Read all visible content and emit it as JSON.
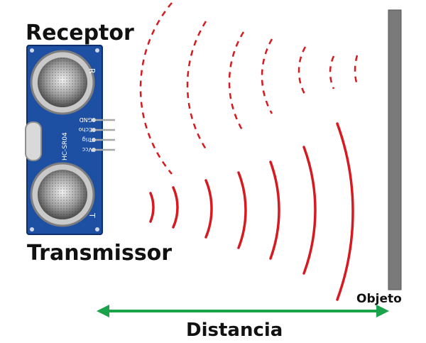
{
  "labels": {
    "receptor": "Receptor",
    "transmissor": "Transmissor",
    "objeto": "Objeto",
    "distancia": "Distancia"
  },
  "sensor": {
    "model": "HC-SR04",
    "pins": [
      "GND",
      "Echo",
      "Trig",
      "Vcc"
    ],
    "receiver_mark": "R",
    "transmitter_mark": "T"
  },
  "colors": {
    "board": "#1d4fa3",
    "wave": "#d71920",
    "arrow": "#1aa34a",
    "object": "#7a7a7a"
  },
  "waves": {
    "outgoing_count": 7,
    "echo_count": 7
  }
}
